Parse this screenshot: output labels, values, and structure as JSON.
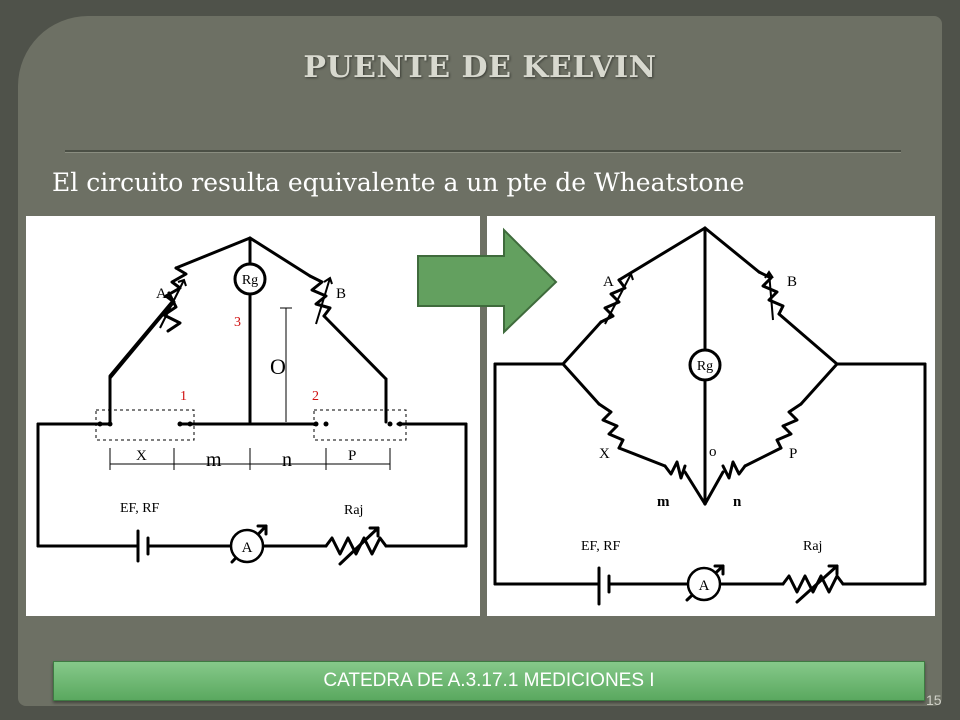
{
  "slide": {
    "title": "PUENTE DE KELVIN",
    "subtitle": "El circuito resulta equivalente a un pte de Wheatstone",
    "footer": "CATEDRA DE A.3.17.1  MEDICIONES I",
    "page_number": "15"
  },
  "diagram_left": {
    "label_A": "A",
    "label_B": "B",
    "label_Rg": "Rg",
    "label_1": "1",
    "label_2": "2",
    "label_3": "3",
    "label_o": "O",
    "label_X": "X",
    "label_m": "m",
    "label_n": "n",
    "label_P": "P",
    "label_source": "EF, RF",
    "label_ammeter": "A",
    "label_raj": "Raj"
  },
  "diagram_right": {
    "label_A": "A",
    "label_B": "B",
    "label_Rg": "Rg",
    "label_X": "X",
    "label_o": "o",
    "label_P": "P",
    "label_m": "m",
    "label_n": "n",
    "label_source": "EF, RF",
    "label_ammeter": "A",
    "label_raj": "Raj"
  },
  "colors": {
    "background": "#4f524a",
    "frame": "#6d7064",
    "arrow_fill": "#63a05f",
    "footer": "#6bb56f",
    "red_labels": "#d01010"
  }
}
